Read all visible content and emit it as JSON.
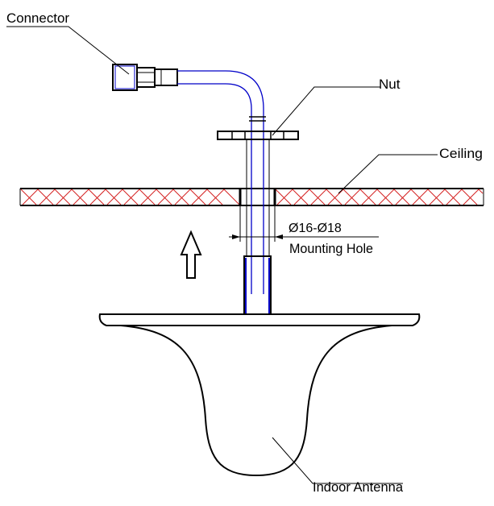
{
  "labels": {
    "connector": "Connector",
    "nut": "Nut",
    "ceiling": "Ceiling",
    "hole_size": "Ø16-Ø18",
    "mounting_hole": "Mounting Hole",
    "indoor_antenna": "Indoor Antenna"
  },
  "colors": {
    "outline": "#000000",
    "cable": "#0000c8",
    "ceiling_hatch": "#d42020"
  }
}
